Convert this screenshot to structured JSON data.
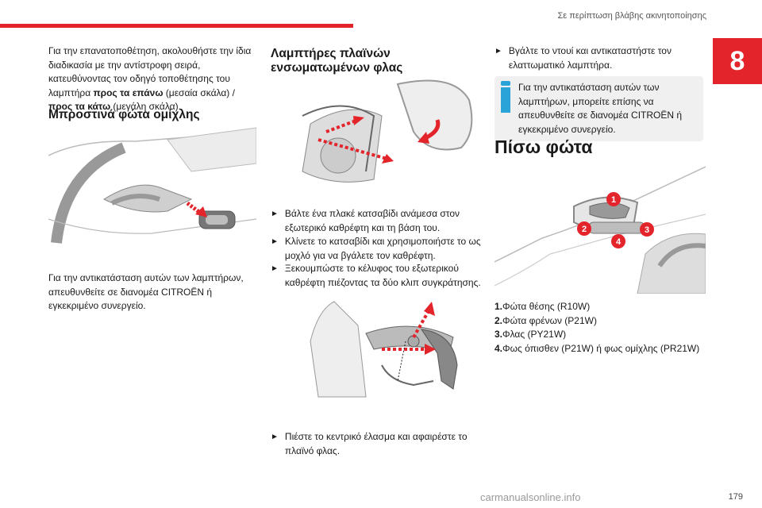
{
  "header": {
    "title": "Σε περίπτωση βλάβης ακινητοποίησης",
    "chapter_number": "8"
  },
  "col1": {
    "intro": "Για την επανατοποθέτηση, ακολουθήστε την ίδια διαδικασία με την αντίστροφη σειρά, κατευθύνοντας τον οδηγό τοποθέτησης του λαμπτήρα ",
    "intro_bold1": "προς τα επάνω",
    "intro_mid": " (μεσαία σκάλα) / ",
    "intro_bold2": "προς τα κάτω",
    "intro_end": " (μεγάλη σκάλα).",
    "fog_heading": "Μπροστινά φώτα ομίχλης",
    "fog_text": "Για την αντικατάσταση αυτών των λαμπτήρων, απευθυνθείτε σε διανομέα CITROËN ή εγκεκριμένο συνεργείο."
  },
  "col2": {
    "heading": "Λαμπτήρες πλαϊνών ενσωματωμένων φλας",
    "bullet1": "Βάλτε ένα πλακέ κατσαβίδι ανάμεσα στον εξωτερικό καθρέφτη και τη βάση του.",
    "bullet2": "Κλίνετε το κατσαβίδι και χρησιμοποιήστε το ως μοχλό για να βγάλετε τον καθρέφτη.",
    "bullet3": "Ξεκουμπώστε το κέλυφος του εξωτερικού καθρέφτη πιέζοντας τα δύο κλιπ συγκράτησης.",
    "bullet4": "Πιέστε το κεντρικό έλασμα και αφαιρέστε το πλαϊνό φλας.",
    "arrow": "►"
  },
  "col3": {
    "bullet1": "Βγάλτε το ντουί και αντικαταστήστε τον ελαττωματικό λαμπτήρα.",
    "note": "Για την αντικατάσταση αυτών των λαμπτήρων, μπορείτε επίσης να απευθυνθείτε σε διανομέα CITROËN ή εγκεκριμένο συνεργείο.",
    "rear_heading": "Πίσω φώτα",
    "callouts": [
      "1",
      "2",
      "3",
      "4"
    ],
    "list": [
      {
        "num": "1.",
        "text": "Φώτα θέσης (R10W)"
      },
      {
        "num": "2.",
        "text": "Φώτα φρένων (P21W)"
      },
      {
        "num": "3.",
        "text": "Φλας (PY21W)"
      },
      {
        "num": "4.",
        "text": "Φως όπισθεν (P21W) ή φως ομίχλης (PR21W)"
      }
    ]
  },
  "footer": {
    "page_number": "179",
    "watermark": "carmanualsonline.info"
  },
  "colors": {
    "accent": "#e3242b",
    "info": "#2aa3d9",
    "note_bg": "#f0f0f0"
  }
}
